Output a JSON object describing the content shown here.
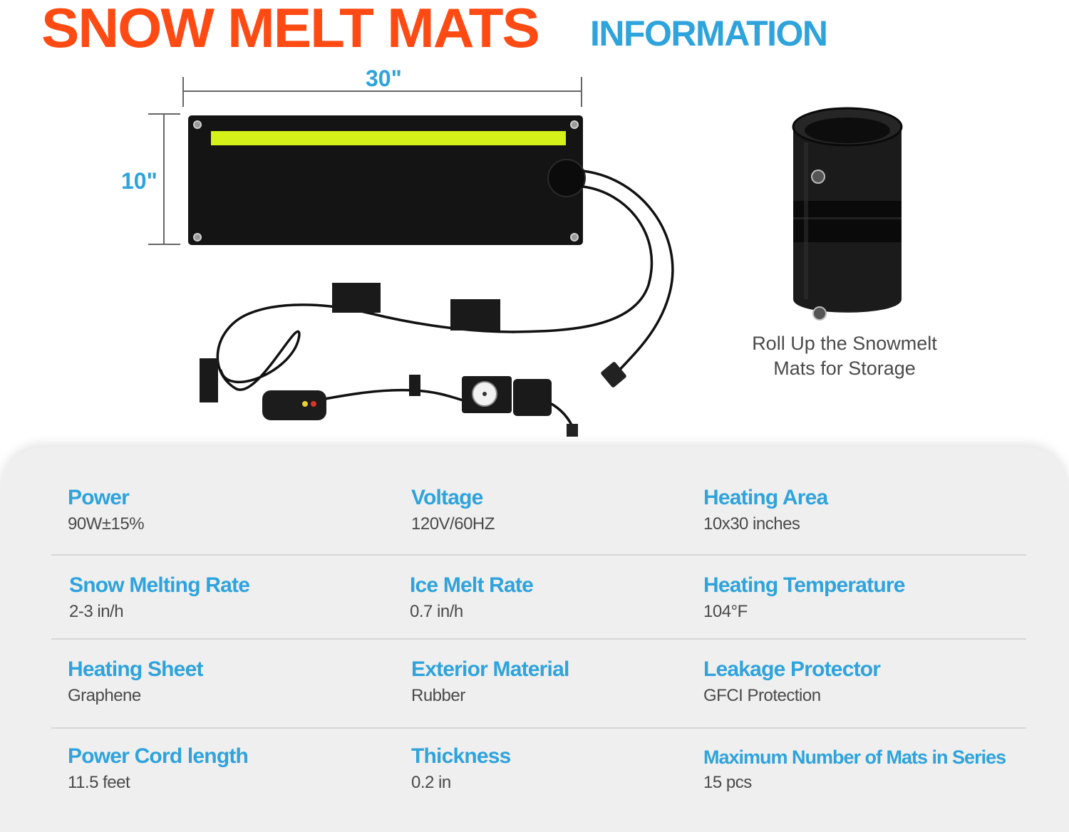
{
  "header": {
    "title": "SNOW MELT MATS",
    "subtitle": "INFORMATION"
  },
  "dimensions": {
    "width_label": "30\"",
    "height_label": "10\""
  },
  "storage": {
    "caption_line1": "Roll Up the Snowmelt",
    "caption_line2": "Mats for Storage"
  },
  "specs": [
    {
      "label": "Power",
      "value": "90W±15%"
    },
    {
      "label": "Voltage",
      "value": "120V/60HZ"
    },
    {
      "label": "Heating Area",
      "value": "10x30 inches"
    },
    {
      "label": "Snow Melting Rate",
      "value": "2-3 in/h"
    },
    {
      "label": "Ice Melt Rate",
      "value": "0.7 in/h"
    },
    {
      "label": "Heating Temperature",
      "value": "104°F"
    },
    {
      "label": "Heating Sheet",
      "value": "Graphene"
    },
    {
      "label": "Exterior Material",
      "value": "Rubber"
    },
    {
      "label": "Leakage Protector",
      "value": "GFCI Protection"
    },
    {
      "label": "Power Cord length",
      "value": "11.5 feet"
    },
    {
      "label": "Thickness",
      "value": "0.2 in"
    },
    {
      "label": "Maximum Number of Mats in Series",
      "value": "15 pcs"
    }
  ],
  "colors": {
    "title": "#ff4a14",
    "accent": "#2ea3dc",
    "mat_stripe": "#d4f21a"
  }
}
